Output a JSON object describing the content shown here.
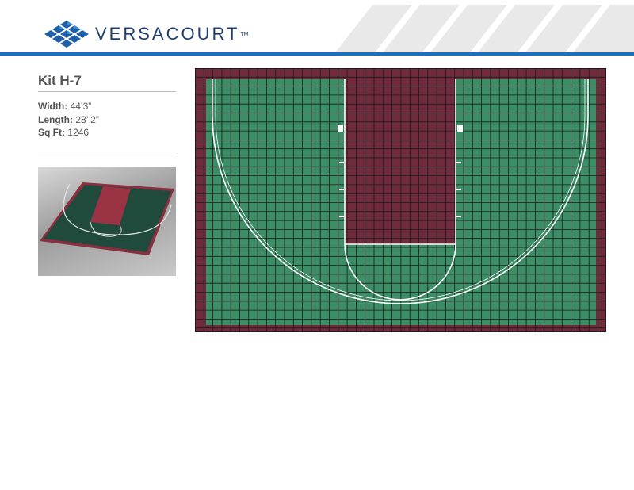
{
  "brand": {
    "name": "VERSACOURT",
    "trademark": "TM"
  },
  "colors": {
    "brand_blue": "#1f3f72",
    "accent_blue": "#1c6fc0",
    "court_green": "#3d8e66",
    "court_maroon": "#6e2b3b",
    "grid_line": "#1c1c1c",
    "court_line": "#ffffff"
  },
  "kit": {
    "title": "Kit H-7",
    "specs": [
      {
        "label": "Width:",
        "value": "44’3”"
      },
      {
        "label": "Length:",
        "value": "28’ 2”"
      },
      {
        "label": "Sq Ft:",
        "value": "1246"
      }
    ]
  },
  "images": {
    "thumbnail": "court-3d-preview",
    "diagram": "court-tile-diagram"
  },
  "icons": {
    "logo": "versacourt-logo-icon"
  }
}
